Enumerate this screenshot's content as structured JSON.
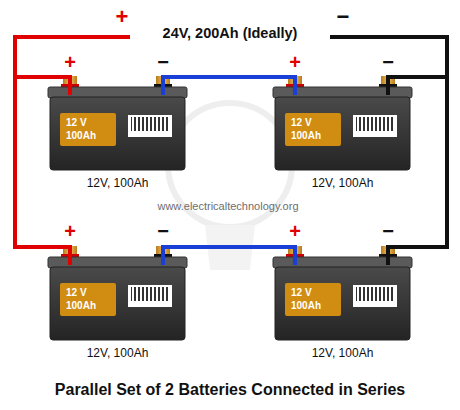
{
  "diagram": {
    "caption": "Parallel Set of 2 Batteries Connected in Series",
    "nodes": [
      {
        "text": [
          "12 V 100Ah",
          "12V, 100Ah"
        ]
      },
      {
        "text": [
          "12 V 100Ah",
          "12V, 100Ah"
        ]
      },
      {
        "text": [
          "12 V 100Ah",
          "12V, 100Ah"
        ]
      },
      {
        "text": [
          "12 V 100Ah",
          "12V, 100Ah"
        ]
      }
    ],
    "edges": [
      {
        "from": 0,
        "to": 1,
        "arrow": "none"
      },
      {
        "from": 2,
        "to": 3,
        "arrow": "none"
      },
      {
        "from": 0,
        "to": 2,
        "arrow": "none"
      },
      {
        "from": 1,
        "to": 3,
        "arrow": "none"
      }
    ],
    "labels": [
      "+",
      "24V, 200Ah (Ideally)",
      "−",
      "+",
      "−",
      "+",
      "−",
      "+",
      "−",
      "+",
      "−",
      "www.electricaltechnology.org"
    ]
  }
}
